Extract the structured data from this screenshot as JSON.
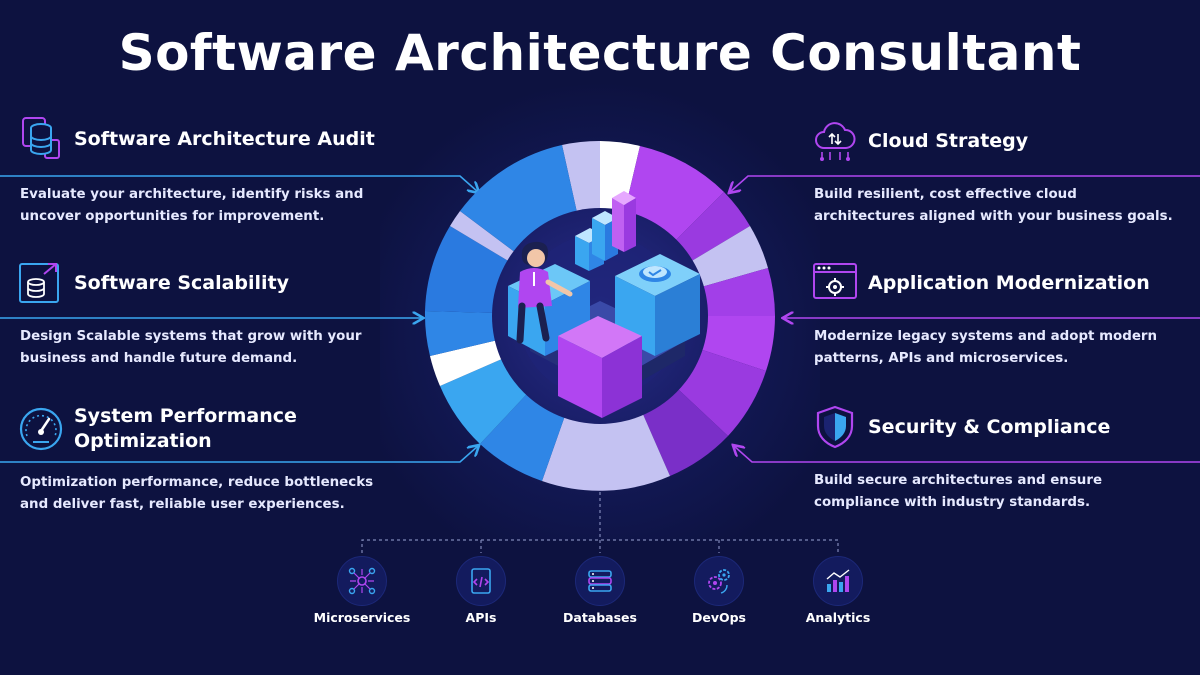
{
  "title": "Software Architecture Consultant",
  "left_sections": [
    {
      "title": "Software Architecture Audit",
      "description_lines": [
        "Evaluate your architecture, identify risks and",
        "uncover opportunities for improvement."
      ],
      "icon": "database-documents-icon"
    },
    {
      "title": "Software Scalability",
      "description_lines": [
        "Design Scalable systems that grow with your",
        "business and handle future demand."
      ],
      "icon": "scalable-database-icon"
    },
    {
      "title_lines": [
        "System Performance",
        "Optimization"
      ],
      "description_lines": [
        "Optimization performance, reduce bottlenecks",
        "and deliver fast, reliable user experiences."
      ],
      "icon": "speedometer-icon"
    }
  ],
  "right_sections": [
    {
      "title": "Cloud Strategy",
      "description_lines": [
        "Build resilient, cost effective cloud",
        "architectures aligned with your business goals."
      ],
      "icon": "cloud-network-icon"
    },
    {
      "title": "Application Modernization",
      "description_lines": [
        "Modernize legacy systems and adopt modern",
        "patterns, APIs and microservices."
      ],
      "icon": "browser-gear-icon"
    },
    {
      "title": "Security & Compliance",
      "description_lines": [
        "Build secure architectures and ensure",
        "compliance with industry standards."
      ],
      "icon": "shield-icon"
    }
  ],
  "bottom_items": [
    {
      "label": "Microservices",
      "icon": "microservices-network-icon"
    },
    {
      "label": "APIs",
      "icon": "api-document-icon"
    },
    {
      "label": "Databases",
      "icon": "database-icon"
    },
    {
      "label": "DevOps",
      "icon": "devops-gears-icon"
    },
    {
      "label": "Analytics",
      "icon": "analytics-chart-icon"
    }
  ],
  "colors": {
    "background": "#0d1240",
    "blue_accent": "#3aa6f0",
    "purple_accent": "#b046f0",
    "lavender": "#c4c2f2"
  }
}
